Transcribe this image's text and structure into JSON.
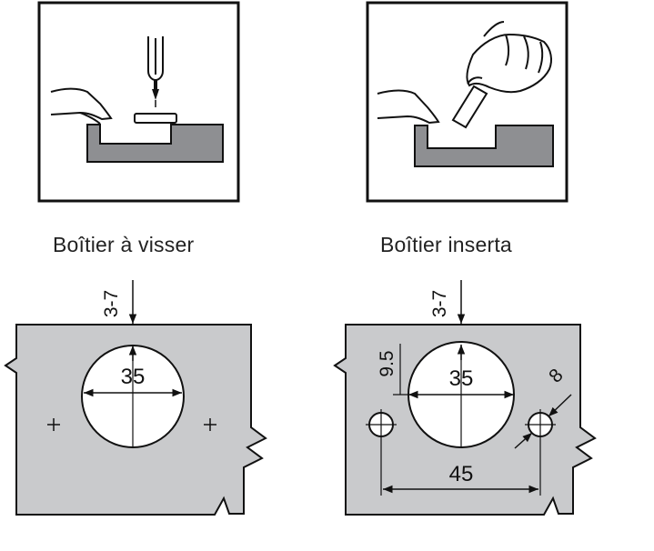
{
  "captions": {
    "left": "Boîtier à visser",
    "right": "Boîtier inserta"
  },
  "dimensions": {
    "left": {
      "edge": "3-7",
      "diameter": "35"
    },
    "right": {
      "edge": "3-7",
      "offset": "9.5",
      "diameter": "35",
      "hole": "8",
      "spacing": "45"
    }
  },
  "colors": {
    "panel": "#c9cacc",
    "cutaway": "#8e8f92",
    "stroke": "#1a1a1a"
  },
  "icons": {
    "left_panel": "screwdriver-icon",
    "right_panel": "press-in-hand-icon"
  }
}
